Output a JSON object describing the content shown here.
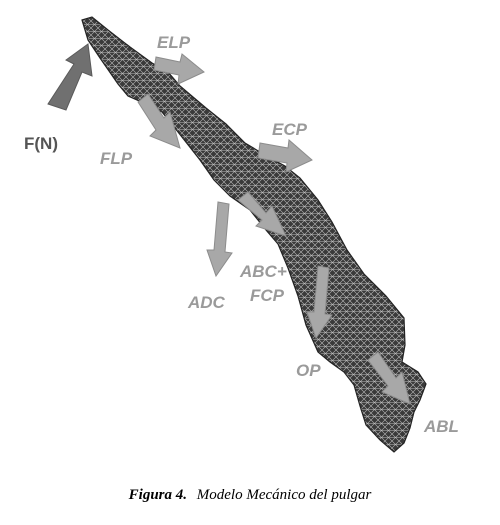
{
  "labels": {
    "force": "F(N)",
    "elp": "ELP",
    "flp": "FLP",
    "ecp": "ECP",
    "abc_fcp_line1": "ABC+",
    "abc_fcp_line2": "FCP",
    "adc": "ADC",
    "op": "OP",
    "abl": "ABL"
  },
  "caption": {
    "figure_number": "Figura 4.",
    "text": "Modelo Mecánico del pulgar"
  },
  "colors": {
    "arrow_light": "#a8a8a8",
    "arrow_dark": "#707070",
    "mesh_fill": "#3a3a3a",
    "mesh_line": "#bdbdbd"
  }
}
